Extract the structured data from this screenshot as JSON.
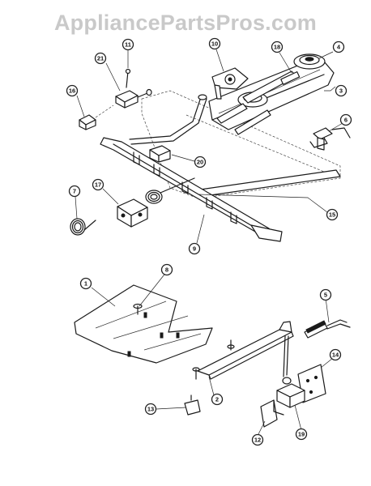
{
  "watermark": "AppliancePartsPros.com",
  "callouts": {
    "c1": "1",
    "c2": "2",
    "c3": "3",
    "c4": "4",
    "c5": "5",
    "c6": "6",
    "c7": "7",
    "c8": "8",
    "c9": "9",
    "c10": "10",
    "c11": "11",
    "c12": "12",
    "c13": "13",
    "c14": "14",
    "c15": "15",
    "c16": "16",
    "c17": "17",
    "c18": "18",
    "c19": "19",
    "c20": "20",
    "c21": "21"
  }
}
